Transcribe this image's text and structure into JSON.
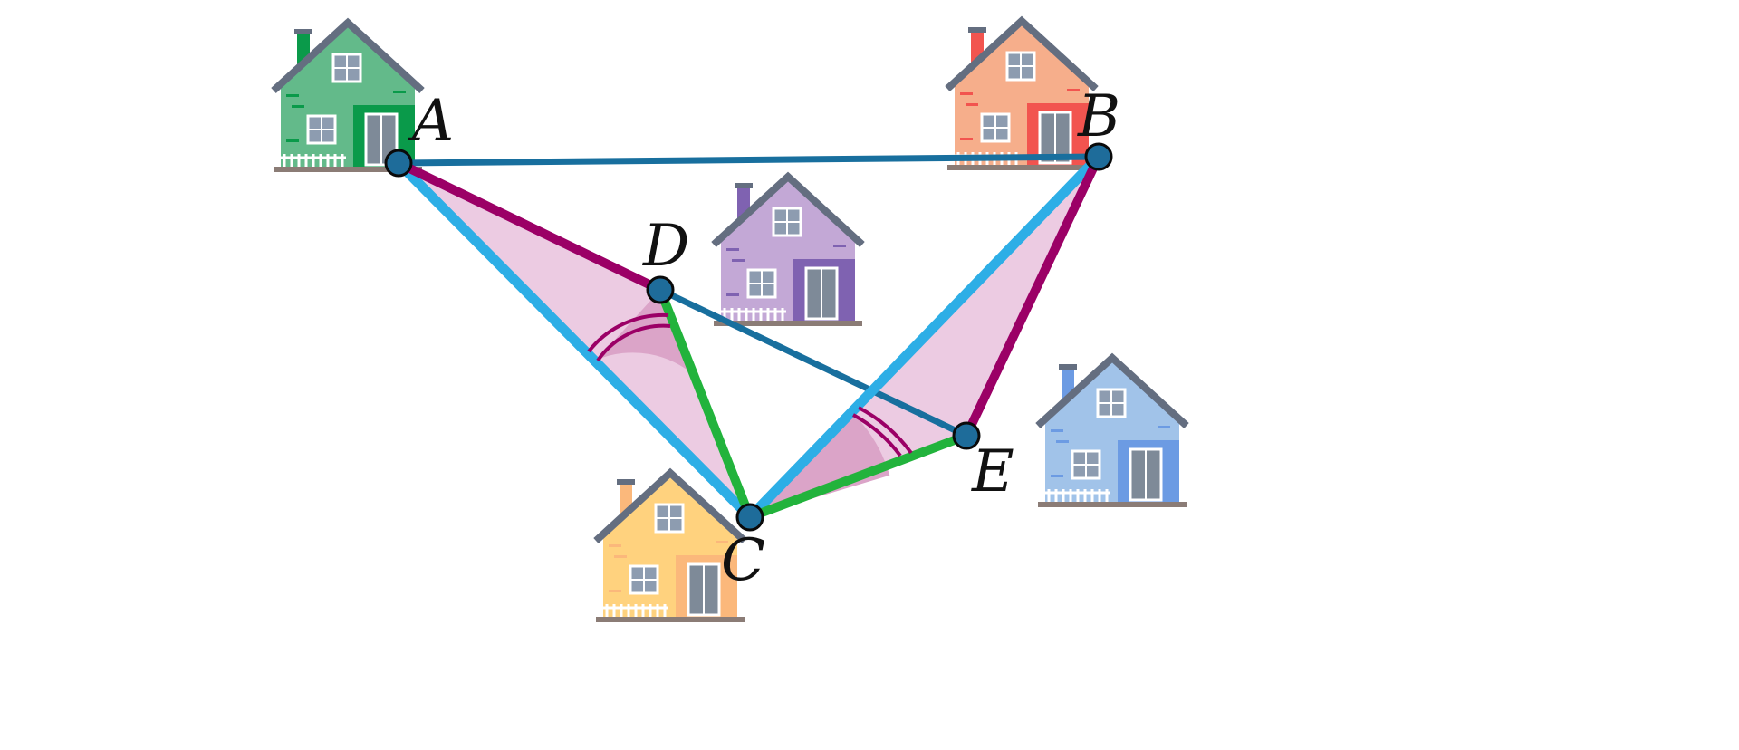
{
  "points": {
    "A": {
      "label": "A"
    },
    "B": {
      "label": "B"
    },
    "C": {
      "label": "C"
    },
    "D": {
      "label": "D"
    },
    "E": {
      "label": "E"
    }
  },
  "houses": [
    {
      "name": "house-green",
      "color": "#63BA8A",
      "accent": "#0A9A4A"
    },
    {
      "name": "house-orange",
      "color": "#F6AE8B",
      "accent": "#F2544F"
    },
    {
      "name": "house-purple",
      "color": "#C3A8D6",
      "accent": "#7F62B1"
    },
    {
      "name": "house-blue",
      "color": "#A1C3E9",
      "accent": "#6C9BE3"
    },
    {
      "name": "house-yellow",
      "color": "#FFD27E",
      "accent": "#FBB87B"
    }
  ],
  "colors": {
    "line_ab_de": "#186F9E",
    "line_ac_bc": "#2DAEE6",
    "line_ad_be": "#9B0066",
    "line_dc_ec": "#22B33C",
    "triangle_fill": "#ECCBE2",
    "angle_fill": "#DBA4C8",
    "angle_arc": "#9B0066",
    "point_fill": "#1E6C9A",
    "roof": "#646E80"
  }
}
